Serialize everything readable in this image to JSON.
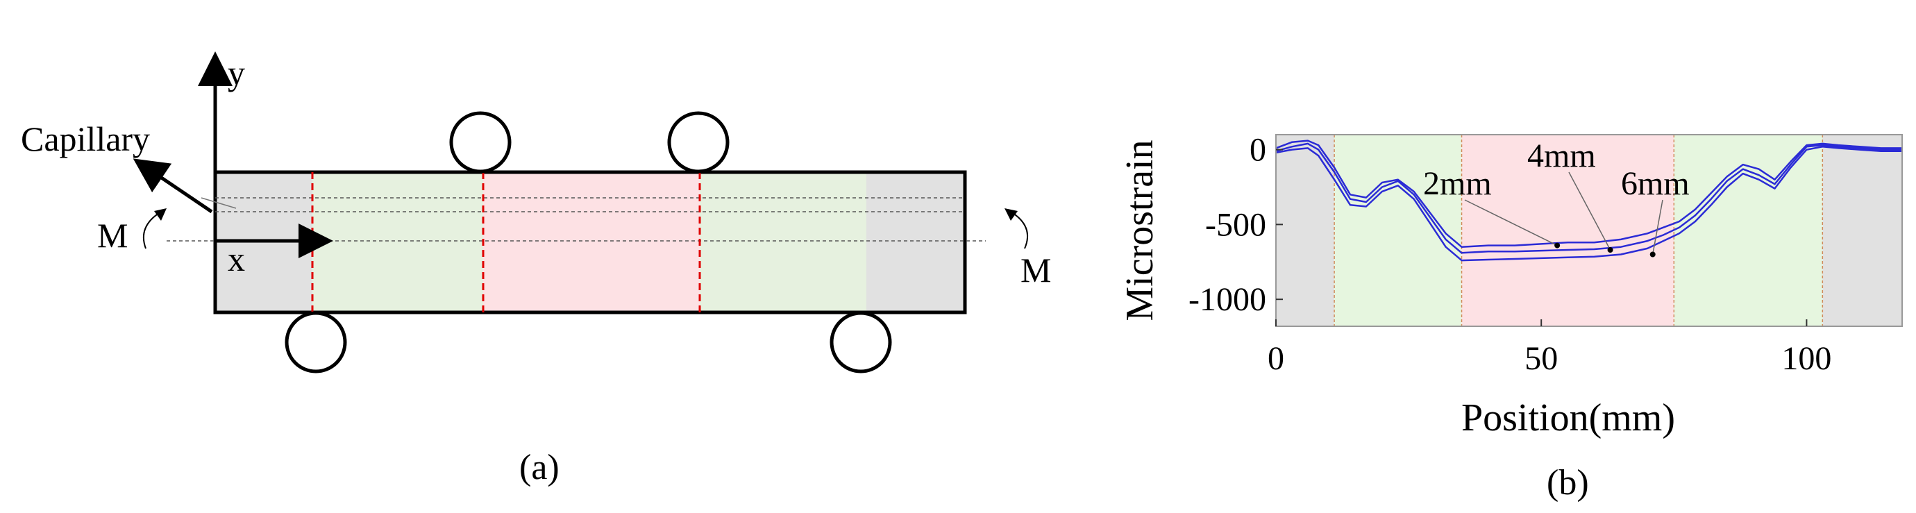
{
  "panel_a": {
    "label": "(a)",
    "axis_y_label": "y",
    "axis_x_label": "x",
    "capillary_label": "Capillary",
    "moment_left_label": "M",
    "moment_right_label": "M",
    "colors": {
      "end_region": "#e1e1e1",
      "shear_region": "#e6f1df",
      "pure_bending_region": "#fde1e4",
      "load_line": "#e00000"
    }
  },
  "panel_b": {
    "label": "(b)",
    "chart_data": {
      "type": "line",
      "xlabel": "Position(mm)",
      "ylabel": "Microstrain",
      "xlim": [
        0,
        118
      ],
      "ylim": [
        -1180,
        100
      ],
      "xticks": [
        "0",
        "50",
        "100"
      ],
      "yticks": [
        "0",
        "-500",
        "-1000"
      ],
      "regions": [
        {
          "from": 0,
          "to": 11,
          "color": "#e1e1e1"
        },
        {
          "from": 11,
          "to": 35,
          "color": "#e6f6df"
        },
        {
          "from": 35,
          "to": 75,
          "color": "#fde1e4"
        },
        {
          "from": 75,
          "to": 103,
          "color": "#e6f6df"
        },
        {
          "from": 103,
          "to": 118,
          "color": "#e1e1e1"
        }
      ],
      "series_color": "#2b2bd6",
      "series": [
        {
          "name": "2mm",
          "x": [
            0,
            3,
            6,
            8,
            11,
            14,
            17,
            20,
            23,
            26,
            29,
            32,
            35,
            40,
            45,
            50,
            55,
            60,
            65,
            70,
            73,
            76,
            79,
            82,
            85,
            88,
            91,
            94,
            97,
            100,
            103,
            106,
            110,
            114,
            118
          ],
          "y": [
            10,
            50,
            60,
            30,
            -120,
            -300,
            -320,
            -220,
            -200,
            -280,
            -420,
            -560,
            -650,
            -640,
            -640,
            -630,
            -620,
            -620,
            -600,
            -560,
            -520,
            -480,
            -400,
            -290,
            -180,
            -100,
            -130,
            -200,
            -80,
            30,
            40,
            30,
            20,
            10,
            10
          ]
        },
        {
          "name": "4mm",
          "x": [
            0,
            3,
            6,
            8,
            11,
            14,
            17,
            20,
            23,
            26,
            29,
            32,
            35,
            40,
            45,
            50,
            55,
            60,
            65,
            70,
            73,
            76,
            79,
            82,
            85,
            88,
            91,
            94,
            97,
            100,
            103,
            106,
            110,
            114,
            118
          ],
          "y": [
            -10,
            20,
            40,
            0,
            -150,
            -330,
            -350,
            -250,
            -210,
            -300,
            -450,
            -600,
            -690,
            -680,
            -680,
            -675,
            -670,
            -665,
            -650,
            -610,
            -570,
            -520,
            -440,
            -330,
            -210,
            -130,
            -170,
            -230,
            -100,
            20,
            30,
            20,
            10,
            0,
            0
          ]
        },
        {
          "name": "6mm",
          "x": [
            0,
            3,
            6,
            8,
            11,
            14,
            17,
            20,
            23,
            26,
            29,
            32,
            35,
            40,
            45,
            50,
            55,
            60,
            65,
            70,
            73,
            76,
            79,
            82,
            85,
            88,
            91,
            94,
            97,
            100,
            103,
            106,
            110,
            114,
            118
          ],
          "y": [
            -20,
            0,
            10,
            -40,
            -200,
            -370,
            -380,
            -280,
            -240,
            -330,
            -490,
            -650,
            -740,
            -735,
            -730,
            -725,
            -720,
            -715,
            -700,
            -660,
            -610,
            -560,
            -480,
            -370,
            -250,
            -160,
            -200,
            -260,
            -120,
            0,
            20,
            10,
            0,
            -10,
            -10
          ]
        }
      ],
      "annotations": [
        {
          "text": "2mm",
          "x": 53,
          "y": -640
        },
        {
          "text": "4mm",
          "x": 63,
          "y": -670
        },
        {
          "text": "6mm",
          "x": 71,
          "y": -700
        }
      ]
    }
  }
}
